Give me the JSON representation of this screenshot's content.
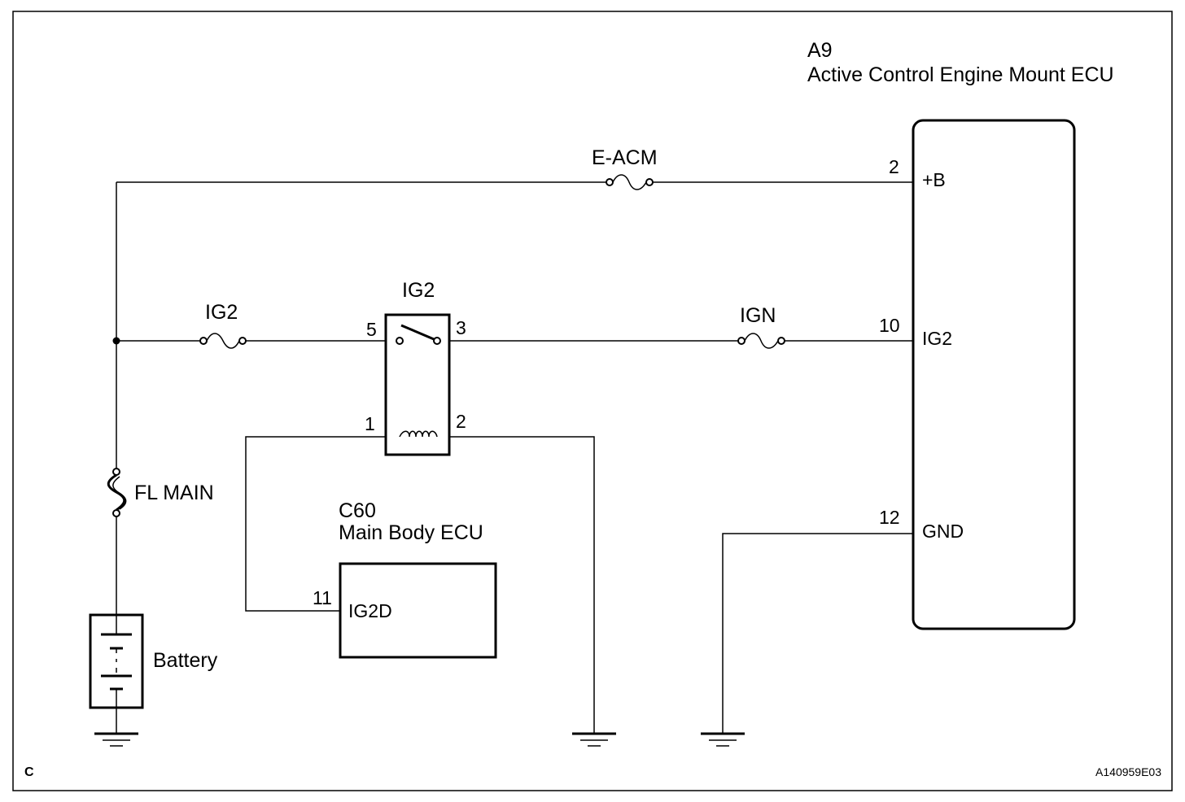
{
  "a9": {
    "connector": "A9",
    "name": "Active Control Engine Mount ECU",
    "pins": [
      {
        "number": "2",
        "label": "+B"
      },
      {
        "number": "10",
        "label": "IG2"
      },
      {
        "number": "12",
        "label": "GND"
      }
    ]
  },
  "c60": {
    "connector": "C60",
    "name": "Main Body ECU",
    "pin": {
      "number": "11",
      "label": "IG2D"
    }
  },
  "relay": {
    "label": "IG2",
    "pins": {
      "in": "5",
      "out": "3",
      "coil_a": "1",
      "coil_b": "2"
    }
  },
  "fuses": {
    "eacm": "E-ACM",
    "ig2": "IG2",
    "ign": "IGN",
    "fl_main": "FL MAIN"
  },
  "battery": "Battery",
  "corner_label": "C",
  "figure_code": "A140959E03"
}
